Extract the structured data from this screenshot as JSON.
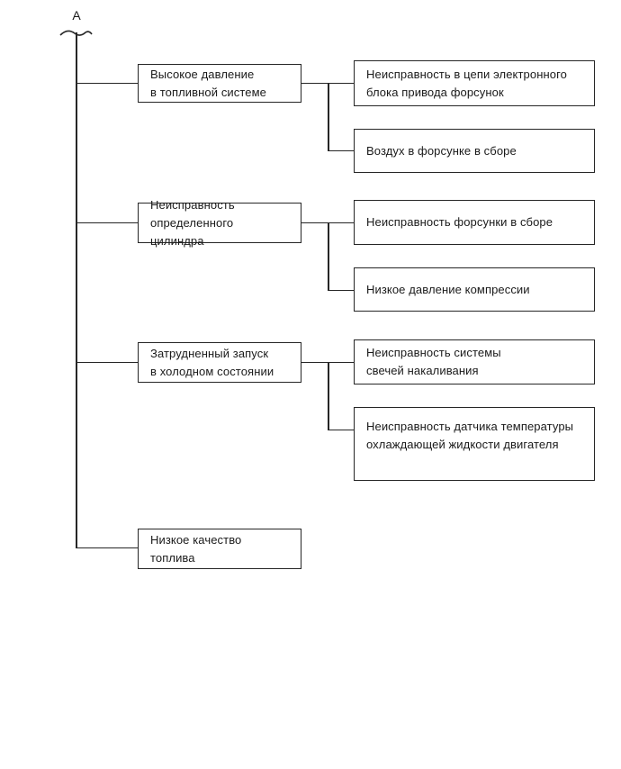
{
  "diagram": {
    "marker": "A",
    "groups": [
      {
        "parent": "Высокое давление\nв топливной системе",
        "children": [
          "Неисправность в цепи электронного\nблока привода форсунок",
          "Воздух в форсунке в сборе"
        ]
      },
      {
        "parent": "Неисправность\nопределенного цилиндра",
        "children": [
          "Неисправность форсунки в сборе",
          "Низкое давление компрессии"
        ]
      },
      {
        "parent": "Затрудненный запуск\nв холодном состоянии",
        "children": [
          "Неисправность системы\nсвечей накаливания",
          "Неисправность датчика температуры\nохлаждающей жидкости двигателя"
        ]
      },
      {
        "parent": "Низкое качество топлива",
        "children": []
      }
    ],
    "colors": {
      "line": "#262626",
      "background": "#ffffff",
      "text": "#1a1a1a"
    }
  }
}
